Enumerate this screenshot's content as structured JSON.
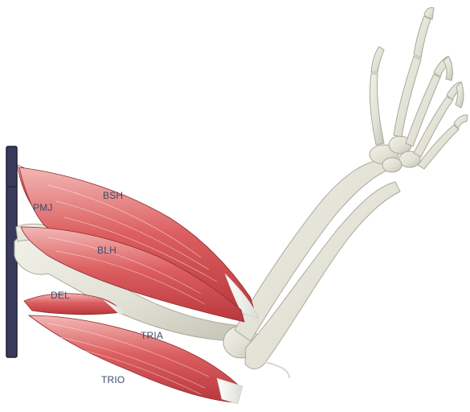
{
  "labels": {
    "pmj": "PMJ",
    "bsh": "BSH",
    "blh": "BLH",
    "del": "DEL",
    "tria": "TRIA",
    "trio": "TRIO"
  },
  "colors": {
    "background": "#ffffff",
    "bone": "#e4e3d8",
    "bone_shadow": "#b9b8ab",
    "muscle": "#d9575a",
    "muscle_light": "#f1b3b1",
    "tendon": "#f3f3f0",
    "anchor_bar": "#3a3a5c",
    "label_text": "#3f4a66"
  }
}
